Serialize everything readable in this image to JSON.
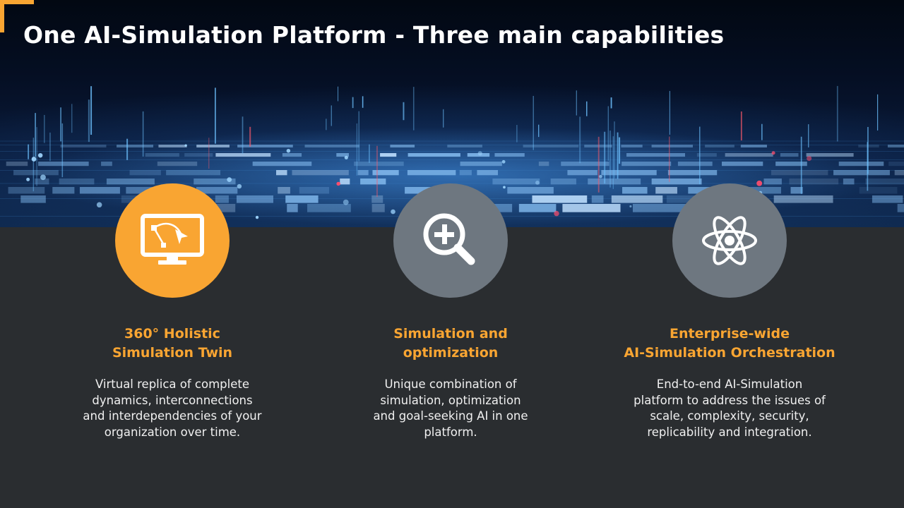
{
  "page": {
    "title": "One AI-Simulation Platform - Three main capabilities"
  },
  "colors": {
    "accent": "#f9a532",
    "circle_gray": "#6e7780",
    "panel_background": "#2a2d30",
    "banner_background": "#0a1c3c"
  },
  "capabilities": [
    {
      "icon": "monitor-vector-icon",
      "title_lines": [
        "360° Holistic",
        "Simulation Twin"
      ],
      "description_lines": [
        "Virtual replica of complete",
        "dynamics, interconnections",
        "and interdependencies of your",
        "organization over time."
      ]
    },
    {
      "icon": "magnifier-plus-icon",
      "title_lines": [
        "Simulation and",
        "optimization"
      ],
      "description_lines": [
        "Unique combination of",
        "simulation, optimization",
        "and goal-seeking AI in one",
        "platform."
      ]
    },
    {
      "icon": "atom-icon",
      "title_lines": [
        "Enterprise-wide",
        "AI-Simulation Orchestration"
      ],
      "description_lines": [
        "End-to-end AI-Simulation",
        "platform to address the issues of",
        "scale, complexity, security,",
        "replicability and integration."
      ]
    }
  ]
}
